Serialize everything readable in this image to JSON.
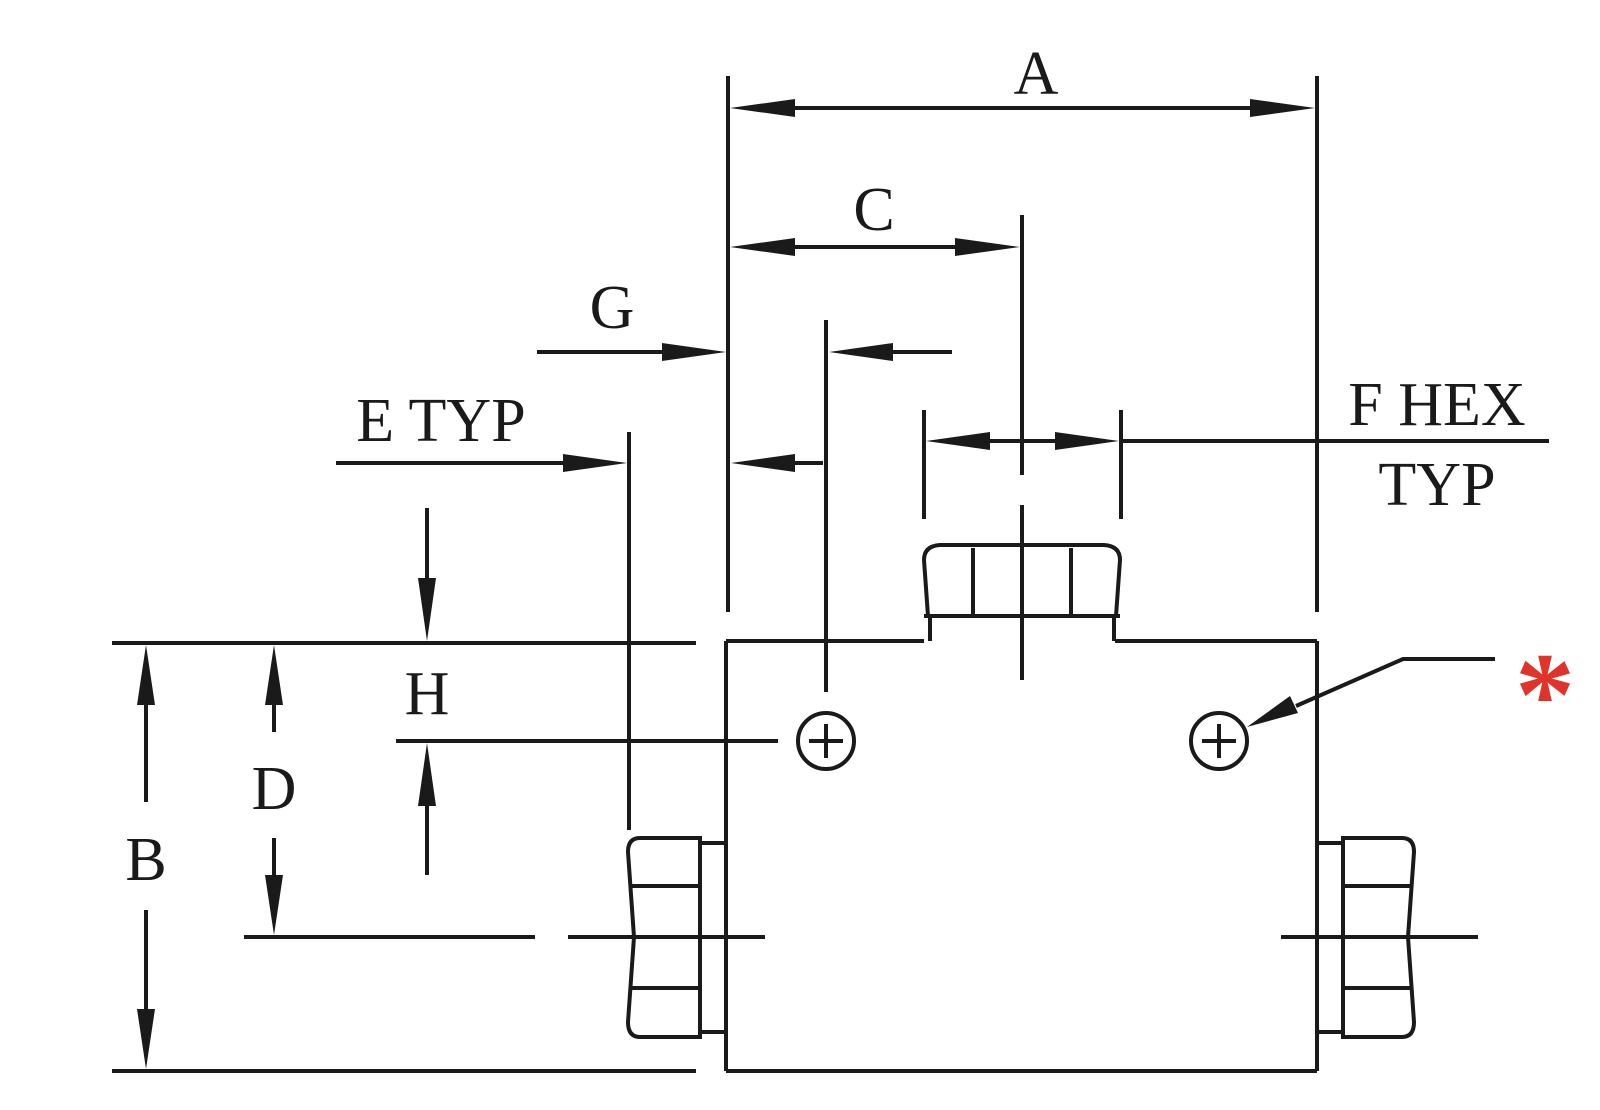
{
  "labels": {
    "a": "A",
    "b": "B",
    "c": "C",
    "d": "D",
    "e": "E TYP",
    "f_line1": "F HEX",
    "f_line2": "TYP",
    "g": "G",
    "h": "H",
    "note_marker": "*"
  },
  "colors": {
    "line": "#1a1a1a",
    "note_marker": "#e0342b",
    "background": "#ffffff"
  },
  "icons": {
    "mount_hole": "circle-plus-icon",
    "hex_fitting": "hex-nut-icon",
    "note": "asterisk-icon"
  }
}
